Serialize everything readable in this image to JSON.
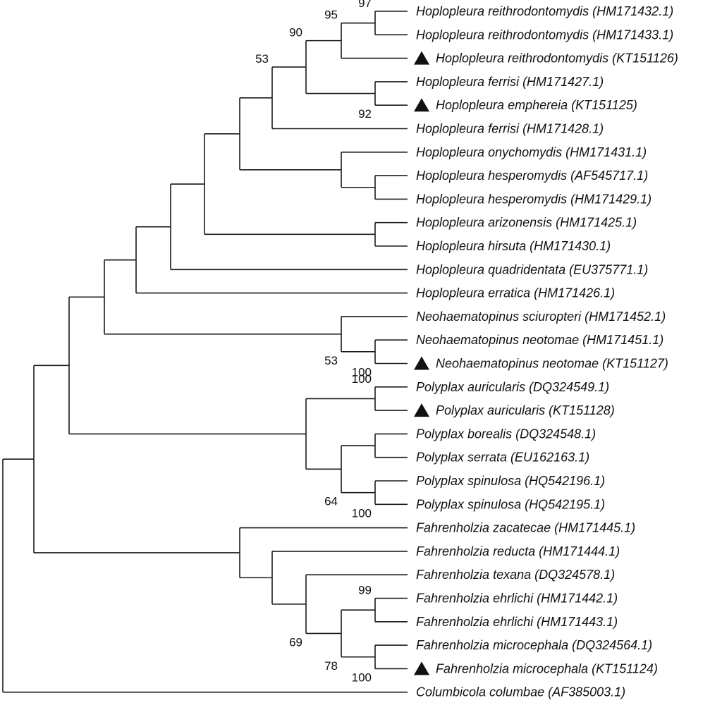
{
  "tree": {
    "taxa": [
      "Hoplopleura reithrodontomydis (HM171432.1)",
      "Hoplopleura reithrodontomydis (HM171433.1)",
      "Hoplopleura reithrodontomydis (KT151126)",
      "Hoplopleura ferrisi (HM171427.1)",
      "Hoplopleura emphereia (KT151125)",
      "Hoplopleura ferrisi (HM171428.1)",
      "Hoplopleura onychomydis (HM171431.1)",
      "Hoplopleura hesperomydis (AF545717.1)",
      "Hoplopleura hesperomydis (HM171429.1)",
      "Hoplopleura arizonensis (HM171425.1)",
      "Hoplopleura hirsuta (HM171430.1)",
      "Hoplopleura quadridentata (EU375771.1)",
      "Hoplopleura erratica (HM171426.1)",
      "Neohaematopinus sciuropteri (HM171452.1)",
      "Neohaematopinus neotomae (HM171451.1)",
      "Neohaematopinus neotomae (KT151127)",
      "Polyplax auricularis (DQ324549.1)",
      "Polyplax auricularis (KT151128)",
      "Polyplax borealis (DQ324548.1)",
      "Polyplax serrata (EU162163.1)",
      "Polyplax spinulosa (HQ542196.1)",
      "Polyplax spinulosa (HQ542195.1)",
      "Fahrenholzia zacatecae (HM171445.1)",
      "Fahrenholzia reducta (HM171444.1)",
      "Fahrenholzia texana (DQ324578.1)",
      "Fahrenholzia ehrlichi (HM171442.1)",
      "Fahrenholzia ehrlichi (HM171443.1)",
      "Fahrenholzia microcephala (DQ324564.1)",
      "Fahrenholzia microcephala (KT151124)",
      "Columbicola columbae (AF385003.1)"
    ],
    "marked_taxa_indices": [
      2,
      4,
      15,
      17,
      28
    ],
    "marker_shape": "filled-triangle",
    "support_values": [
      "97",
      "95",
      "90",
      "53",
      "92",
      "53",
      "100",
      "100",
      "64",
      "100",
      "69",
      "99",
      "78",
      "100"
    ]
  }
}
